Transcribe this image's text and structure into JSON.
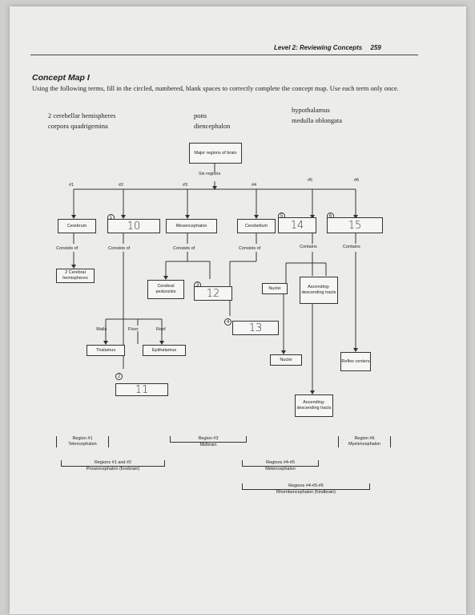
{
  "header": {
    "text": "Level 2: Reviewing Concepts",
    "page": "259"
  },
  "section": {
    "title": "Concept Map I",
    "instructions": "Using the following terms, fill in the circled, numbered, blank spaces to correctly complete the concept map. Use each term only once."
  },
  "terms": [
    "2 cerebellar hemispheres",
    "corpora quadrigemina",
    "pons",
    "diencephalon",
    "hypothalamus",
    "medulla oblongata"
  ],
  "map": {
    "root": "Major regions of brain",
    "six_regions": "Six regions",
    "regions": [
      "#1",
      "#2",
      "#3",
      "#4",
      "#5",
      "#6"
    ],
    "circles": [
      "1",
      "2",
      "3",
      "4",
      "5",
      "6"
    ],
    "cerebrum": "Cerebrum",
    "mesencephalon": "Mesencephalon",
    "cerebellum": "Cerebellum",
    "consists_of": "Consists of",
    "contains": "Contains",
    "two_cerebral": "2 Cerebral hemispheres",
    "peduncles": "Cerebral peduncles",
    "nuclei": "Nuclei",
    "tracts": "Ascending-descending tracts",
    "walls": "Walls",
    "floor": "Floor",
    "roof": "Roof",
    "thalamus": "Thalamus",
    "epithalamus": "Epithalamus",
    "reflex": "Reflex centers"
  },
  "answers": [
    "10",
    "11",
    "12",
    "13",
    "14",
    "15"
  ],
  "brackets": {
    "r1": {
      "title": "Region #1",
      "name": "Telencephalon"
    },
    "r3": {
      "title": "Region #3",
      "name": "Midbrain"
    },
    "r6": {
      "title": "Region #6",
      "name": "Myelencephalon"
    },
    "r12": {
      "title": "Regions #1 and #2",
      "name": "Prosencephalon (forebrain)"
    },
    "r45": {
      "title": "Regions #4-#5",
      "name": "Metencephalon"
    },
    "r456": {
      "title": "Regions #4-#5-#6",
      "name": "Rhombencephalon (hindbrain)"
    }
  }
}
